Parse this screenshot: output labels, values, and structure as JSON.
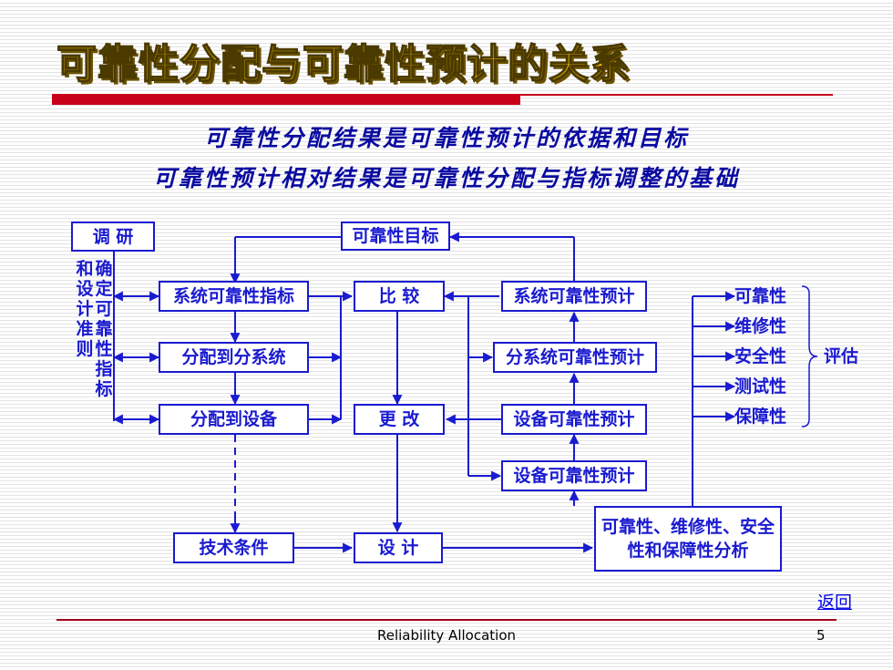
{
  "title": "可靠性分配与可靠性预计的关系",
  "subtitles": [
    "可靠性分配结果是可靠性预计的依据和目标",
    "可靠性预计相对结果是可靠性分配与指标调整的基础"
  ],
  "diagram": {
    "research": "调 研",
    "left_col_1": "和设计准则",
    "left_col_2": "确定可靠性指标",
    "reliability_target": "可靠性目标",
    "sys_index": "系统可靠性指标",
    "alloc_subsys": "分配到分系统",
    "alloc_device": "分配到设备",
    "compare": "比 较",
    "modify": "更 改",
    "sys_predict": "系统可靠性预计",
    "subsys_predict": "分系统可靠性预计",
    "device_predict_1": "设备可靠性预计",
    "device_predict_2": "设备可靠性预计",
    "tech_cond": "技术条件",
    "design": "设 计",
    "analysis": "可靠性、维修性、安全性和保障性分析",
    "attributes": [
      "可靠性",
      "维修性",
      "安全性",
      "测试性",
      "保障性"
    ],
    "evaluate": "评估"
  },
  "back_link": "返回",
  "footer": "Reliability Allocation",
  "page_number": "5",
  "colors": {
    "diagram": "#1a1ad0",
    "title_fill": "#f2b800",
    "accent_bar": "#c8001a",
    "subtitle": "#0a0aa0"
  }
}
